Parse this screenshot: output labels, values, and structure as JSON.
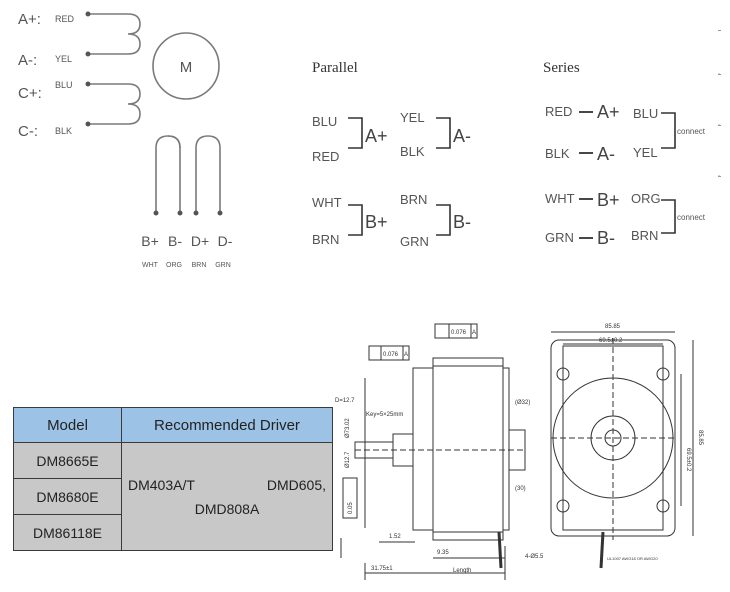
{
  "wiring": {
    "terminals": [
      {
        "label": "A+:",
        "color": "RED"
      },
      {
        "label": "A-:",
        "color": "YEL"
      },
      {
        "label": "C+:",
        "color": "BLU"
      },
      {
        "label": "C-:",
        "color": "BLK"
      }
    ],
    "motor_label": "M",
    "bottom_terms": [
      "B+",
      "B-",
      "D+",
      "D-"
    ],
    "bottom_colors": [
      "WHT",
      "ORG",
      "BRN",
      "GRN"
    ]
  },
  "parallel": {
    "title": "Parallel",
    "groups": [
      {
        "top": "BLU",
        "bottom": "RED",
        "label": "A+"
      },
      {
        "top": "YEL",
        "bottom": "BLK",
        "label": "A-"
      },
      {
        "top": "WHT",
        "bottom": "BRN",
        "label": "B+"
      },
      {
        "top": "BRN",
        "bottom": "GRN",
        "label": "B-"
      }
    ]
  },
  "series": {
    "title": "Series",
    "rows": [
      {
        "left": "RED",
        "phase": "A+",
        "right": "BLU"
      },
      {
        "left": "BLK",
        "phase": "A-",
        "right": "YEL"
      },
      {
        "left": "WHT",
        "phase": "B+",
        "right": "ORG"
      },
      {
        "left": "GRN",
        "phase": "B-",
        "right": "BRN"
      }
    ],
    "connect_label": "connect"
  },
  "table": {
    "header_model": "Model",
    "header_driver": "Recommended Driver",
    "models": [
      "DM8665E",
      "DM8680E",
      "DM86118E"
    ],
    "driver_a": "DM403A/T",
    "driver_b": "DMD605,",
    "driver_c": "DMD808A"
  },
  "drawing": {
    "top_dim": "85.85",
    "inner_dim": "69.5±0.2",
    "tol_top": "0.076",
    "tol_ref": "A",
    "flat_tol": "0.076",
    "shaft_dia": "D=12.7",
    "key": "Key=5×25mm",
    "dim_32": "(Ø32)",
    "dim_30": "(30)",
    "dim_152": "1.52",
    "dim_935": "9.35",
    "dim_3175": "31.75±1",
    "length": "Length",
    "holes": "4-Ø5.5",
    "wire_note": "UL1007 AWG18 OR AWG20",
    "side_dim": "69.5±0.2",
    "side_dim2": "85.85",
    "left_dims": [
      "Ø73.02",
      "Ø12.7",
      "0.05"
    ]
  }
}
